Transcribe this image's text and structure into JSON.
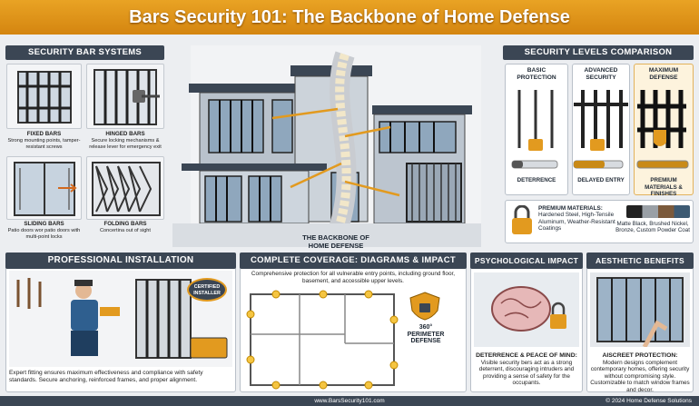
{
  "title": "Bars Security 101: The Backbone of Home Defense",
  "left": {
    "header": "SECURITY BAR SYSTEMS",
    "items": [
      {
        "name": "FIXED BARS",
        "desc": "Strong mounting points, tamper-resistant screws"
      },
      {
        "name": "HINGED BARS",
        "desc": "Secure locking mechanisms & release lever for emergency exit"
      },
      {
        "name": "SLIDING BARS",
        "desc": "Patio doors wor patio doors with multi-point locks"
      },
      {
        "name": "FOLDING BARS",
        "desc": "Concertina out of sight"
      }
    ]
  },
  "center": {
    "backbone_label": "THE BACKBONE OF HOME DEFENSE"
  },
  "right": {
    "header": "SECURITY LEVELS COMPARISON",
    "levels": [
      {
        "name": "BASIC PROTECTION",
        "result": "DETERRENCE"
      },
      {
        "name": "ADVANCED SECURITY",
        "result": "DELAYED ENTRY"
      },
      {
        "name": "MAXIMUM DEFENSE",
        "result": "PREMIUM MATERIALS & FINISHES"
      }
    ],
    "materials_title": "PREMIUM MATERIALS:",
    "materials_list": "Hardened Steel, High-Tensile Aluminum, Weather-Resistant Coatings",
    "finishes": "Matte Black, Brushed Nickel, Bronze, Custom Powder Coat"
  },
  "installation": {
    "header": "PROFESSIONAL INSTALLATION",
    "badge": "CERTIFIED INSTALLER",
    "text": "Expert fitting ensures maximum effectiveness and compliance with safety standards. Secure anchoring, reinforced frames, and proper alignment."
  },
  "coverage": {
    "header": "COMPLETE COVERAGE: DIAGRAMS & IMPACT",
    "text": "Comprehensive protection for all vulnerable entry points, including ground floor, basement, and accessible upper levels.",
    "badge": "360° PERIMETER DEFENSE"
  },
  "psych": {
    "header": "PSYCHOLOGICAL IMPACT",
    "title": "DETERRENCE & PEACE OF MIND:",
    "text": "Visible security bers act as a strong deterrent, discouraging intruders and providing a sense of safety for the occupants."
  },
  "aesthetic": {
    "header": "AESTHETIC BENEFITS",
    "title": "AISCREET PROTECTION:",
    "text": "Modern designs complement contemporary homes, offering security without compromising style. Customizable to match window frames and decor."
  },
  "footer": {
    "site": "www.BarsSecurity101.com",
    "copy": "© 2024 Home Defense Solutions"
  },
  "colors": {
    "accent": "#e29a1f",
    "dark": "#3b4654"
  }
}
